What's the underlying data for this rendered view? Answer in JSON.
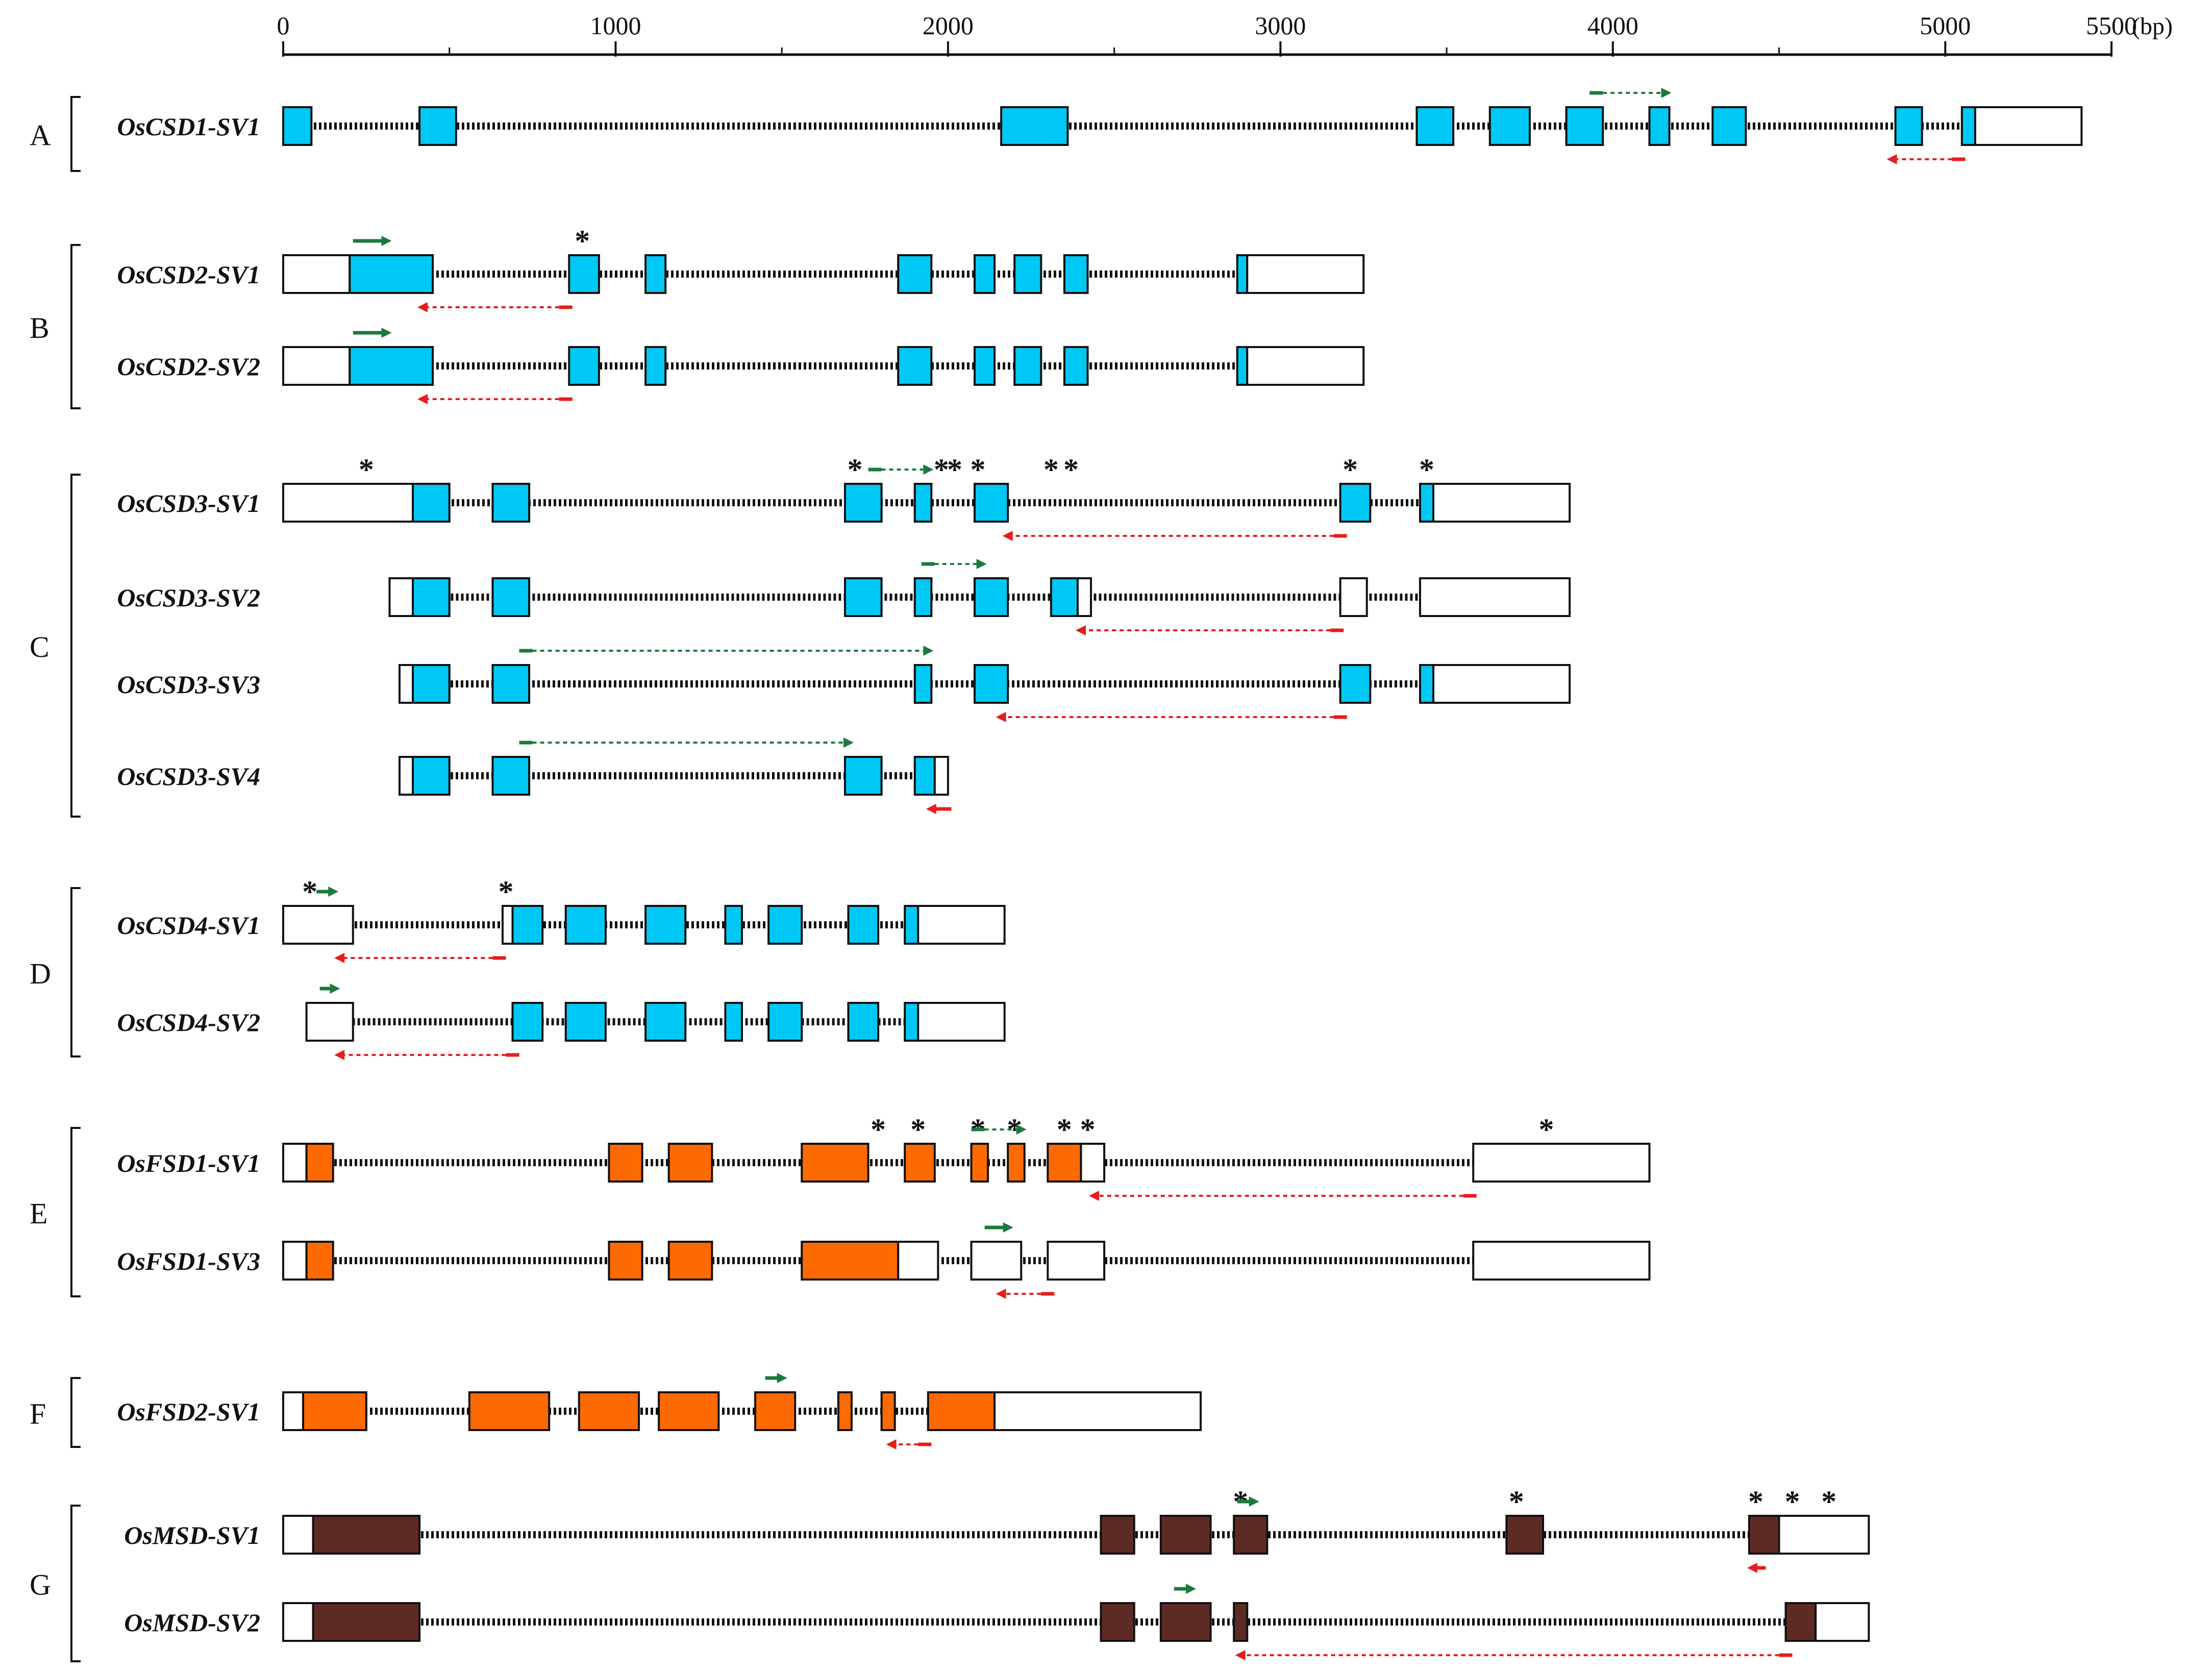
{
  "axis": {
    "unit": "(bp)",
    "ticks": [
      {
        "value": 0,
        "label": "0"
      },
      {
        "value": 1000,
        "label": "1000"
      },
      {
        "value": 2000,
        "label": "2000"
      },
      {
        "value": 3000,
        "label": "3000"
      },
      {
        "value": 4000,
        "label": "4000"
      },
      {
        "value": 5000,
        "label": "5000"
      },
      {
        "value": 5500,
        "label": "5500"
      }
    ],
    "minor_ticks": [
      500,
      1500,
      2500,
      3500,
      4500
    ]
  },
  "colors": {
    "cu_zn_sod": "#00c8f5",
    "fe_sod": "#ff6a00",
    "mn_sod": "#5e2b24",
    "utr": "#ffffff",
    "forward_primer": "#1a7a3c",
    "reverse_primer": "#e81c1c",
    "outline": "#111111"
  },
  "groups": [
    {
      "letter": "A",
      "variants": [
        {
          "name": "OsCSD1-SV1",
          "color": "cu",
          "blocks": [
            [
              0,
              85,
              "c"
            ],
            [
              410,
              520,
              "c"
            ],
            [
              2160,
              2360,
              "c"
            ],
            [
              3410,
              3520,
              "c"
            ],
            [
              3630,
              3750,
              "c"
            ],
            [
              3860,
              3970,
              "c"
            ],
            [
              4110,
              4170,
              "c"
            ],
            [
              4300,
              4400,
              "c"
            ],
            [
              4850,
              4930,
              "c"
            ],
            [
              5050,
              5090,
              "c"
            ],
            [
              5090,
              5410,
              "u"
            ]
          ],
          "stars": [],
          "fwd": [
            3930,
            4170,
            true
          ],
          "rev": [
            5060,
            4830,
            true
          ]
        }
      ]
    },
    {
      "letter": "B",
      "variants": [
        {
          "name": "OsCSD2-SV1",
          "color": "cu",
          "blocks": [
            [
              0,
              200,
              "u"
            ],
            [
              200,
              450,
              "c"
            ],
            [
              860,
              950,
              "c"
            ],
            [
              1090,
              1150,
              "c"
            ],
            [
              1850,
              1950,
              "c"
            ],
            [
              2080,
              2140,
              "c"
            ],
            [
              2200,
              2280,
              "c"
            ],
            [
              2350,
              2420,
              "c"
            ],
            [
              2870,
              2900,
              "c"
            ],
            [
              2900,
              3250,
              "u"
            ]
          ],
          "stars": [
            900
          ],
          "fwd": [
            210,
            320,
            false
          ],
          "rev": [
            870,
            410,
            true
          ]
        },
        {
          "name": "OsCSD2-SV2",
          "color": "cu",
          "blocks": [
            [
              0,
              200,
              "u"
            ],
            [
              200,
              450,
              "c"
            ],
            [
              860,
              950,
              "c"
            ],
            [
              1090,
              1150,
              "c"
            ],
            [
              1850,
              1950,
              "c"
            ],
            [
              2080,
              2140,
              "c"
            ],
            [
              2200,
              2280,
              "c"
            ],
            [
              2350,
              2420,
              "c"
            ],
            [
              2870,
              2900,
              "c"
            ],
            [
              2900,
              3250,
              "u"
            ]
          ],
          "stars": [],
          "fwd": [
            210,
            320,
            false
          ],
          "rev": [
            870,
            410,
            true
          ]
        }
      ]
    },
    {
      "letter": "C",
      "variants": [
        {
          "name": "OsCSD3-SV1",
          "color": "cu",
          "blocks": [
            [
              0,
              390,
              "u"
            ],
            [
              390,
              500,
              "c"
            ],
            [
              630,
              740,
              "c"
            ],
            [
              1690,
              1800,
              "c"
            ],
            [
              1900,
              1950,
              "c"
            ],
            [
              2080,
              2180,
              "c"
            ],
            [
              3180,
              3270,
              "c"
            ],
            [
              3420,
              3460,
              "c"
            ],
            [
              3460,
              3870,
              "u"
            ]
          ],
          "stars": [
            250,
            1720,
            1980,
            2020,
            2090,
            2310,
            2370,
            3210,
            3440
          ],
          "fwd": [
            1760,
            1950,
            true
          ],
          "rev": [
            3200,
            2170,
            true
          ]
        },
        {
          "name": "OsCSD3-SV2",
          "color": "cu",
          "blocks": [
            [
              320,
              390,
              "u"
            ],
            [
              390,
              500,
              "c"
            ],
            [
              630,
              740,
              "c"
            ],
            [
              1690,
              1800,
              "c"
            ],
            [
              1900,
              1950,
              "c"
            ],
            [
              2080,
              2180,
              "c"
            ],
            [
              2310,
              2390,
              "c"
            ],
            [
              2390,
              2430,
              "u"
            ],
            [
              3180,
              3260,
              "u"
            ],
            [
              3420,
              3870,
              "u"
            ]
          ],
          "stars": [],
          "fwd": [
            1920,
            2110,
            true
          ],
          "rev": [
            3190,
            2390,
            true
          ]
        },
        {
          "name": "OsCSD3-SV3",
          "color": "cu",
          "blocks": [
            [
              350,
              390,
              "u"
            ],
            [
              390,
              500,
              "c"
            ],
            [
              630,
              740,
              "c"
            ],
            [
              1900,
              1950,
              "c"
            ],
            [
              2080,
              2180,
              "c"
            ],
            [
              3180,
              3270,
              "c"
            ],
            [
              3420,
              3460,
              "c"
            ],
            [
              3460,
              3870,
              "u"
            ]
          ],
          "stars": [],
          "fwd": [
            710,
            1950,
            true
          ],
          "rev": [
            3200,
            2150,
            true
          ]
        },
        {
          "name": "OsCSD3-SV4",
          "color": "cu",
          "blocks": [
            [
              350,
              390,
              "u"
            ],
            [
              390,
              500,
              "c"
            ],
            [
              630,
              740,
              "c"
            ],
            [
              1690,
              1800,
              "c"
            ],
            [
              1900,
              1960,
              "c"
            ],
            [
              1960,
              2000,
              "u"
            ]
          ],
          "stars": [],
          "fwd": [
            710,
            1710,
            true
          ],
          "rev": [
            2010,
            1940,
            false
          ]
        }
      ]
    },
    {
      "letter": "D",
      "variants": [
        {
          "name": "OsCSD4-SV1",
          "color": "cu",
          "blocks": [
            [
              0,
              210,
              "u"
            ],
            [
              660,
              690,
              "u"
            ],
            [
              690,
              780,
              "c"
            ],
            [
              850,
              970,
              "c"
            ],
            [
              1090,
              1210,
              "c"
            ],
            [
              1330,
              1380,
              "c"
            ],
            [
              1460,
              1560,
              "c"
            ],
            [
              1700,
              1790,
              "c"
            ],
            [
              1870,
              1910,
              "c"
            ],
            [
              1910,
              2170,
              "u"
            ]
          ],
          "stars": [
            80,
            670
          ],
          "fwd": [
            100,
            160,
            false
          ],
          "rev": [
            670,
            160,
            true
          ]
        },
        {
          "name": "OsCSD4-SV2",
          "color": "cu",
          "blocks": [
            [
              70,
              210,
              "u"
            ],
            [
              690,
              780,
              "c"
            ],
            [
              850,
              970,
              "c"
            ],
            [
              1090,
              1210,
              "c"
            ],
            [
              1330,
              1380,
              "c"
            ],
            [
              1460,
              1560,
              "c"
            ],
            [
              1700,
              1790,
              "c"
            ],
            [
              1870,
              1910,
              "c"
            ],
            [
              1910,
              2170,
              "u"
            ]
          ],
          "stars": [],
          "fwd": [
            110,
            165,
            false
          ],
          "rev": [
            710,
            160,
            true
          ]
        }
      ]
    },
    {
      "letter": "E",
      "variants": [
        {
          "name": "OsFSD1-SV1",
          "color": "fe",
          "blocks": [
            [
              0,
              70,
              "u"
            ],
            [
              70,
              150,
              "c"
            ],
            [
              980,
              1080,
              "c"
            ],
            [
              1160,
              1290,
              "c"
            ],
            [
              1560,
              1760,
              "c"
            ],
            [
              1870,
              1960,
              "c"
            ],
            [
              2070,
              2120,
              "c"
            ],
            [
              2180,
              2230,
              "c"
            ],
            [
              2300,
              2400,
              "c"
            ],
            [
              2400,
              2470,
              "u"
            ],
            [
              3580,
              4110,
              "u"
            ]
          ],
          "stars": [
            1790,
            1910,
            2090,
            2200,
            2350,
            2420,
            3800
          ],
          "fwd": [
            2070,
            2230,
            true
          ],
          "rev": [
            3590,
            2430,
            true
          ]
        },
        {
          "name": "OsFSD1-SV3",
          "color": "fe",
          "blocks": [
            [
              0,
              70,
              "u"
            ],
            [
              70,
              150,
              "c"
            ],
            [
              980,
              1080,
              "c"
            ],
            [
              1160,
              1290,
              "c"
            ],
            [
              1560,
              1850,
              "c"
            ],
            [
              1850,
              1970,
              "u"
            ],
            [
              2070,
              2220,
              "u"
            ],
            [
              2300,
              2470,
              "u"
            ],
            [
              3580,
              4110,
              "u"
            ]
          ],
          "stars": [],
          "fwd": [
            2110,
            2190,
            false
          ],
          "rev": [
            2320,
            2150,
            true
          ]
        }
      ]
    },
    {
      "letter": "F",
      "variants": [
        {
          "name": "OsFSD2-SV1",
          "color": "fe",
          "blocks": [
            [
              0,
              60,
              "u"
            ],
            [
              60,
              250,
              "c"
            ],
            [
              560,
              800,
              "c"
            ],
            [
              890,
              1070,
              "c"
            ],
            [
              1130,
              1310,
              "c"
            ],
            [
              1420,
              1540,
              "c"
            ],
            [
              1670,
              1710,
              "c"
            ],
            [
              1800,
              1840,
              "c"
            ],
            [
              1940,
              2140,
              "c"
            ],
            [
              2140,
              2760,
              "u"
            ]
          ],
          "stars": [],
          "fwd": [
            1450,
            1510,
            false
          ],
          "rev": [
            1950,
            1820,
            true
          ]
        }
      ]
    },
    {
      "letter": "G",
      "variants": [
        {
          "name": "OsMSD-SV1",
          "color": "mn",
          "blocks": [
            [
              0,
              90,
              "u"
            ],
            [
              90,
              410,
              "c"
            ],
            [
              2460,
              2560,
              "c"
            ],
            [
              2640,
              2790,
              "c"
            ],
            [
              2860,
              2960,
              "c"
            ],
            [
              3680,
              3790,
              "c"
            ],
            [
              4410,
              4500,
              "c"
            ],
            [
              4500,
              4770,
              "u"
            ]
          ],
          "stars": [
            2880,
            3710,
            4430,
            4540,
            4650
          ],
          "fwd": [
            2870,
            2930,
            false
          ],
          "rev": [
            4460,
            4410,
            false
          ]
        },
        {
          "name": "OsMSD-SV2",
          "color": "mn",
          "blocks": [
            [
              0,
              90,
              "u"
            ],
            [
              90,
              410,
              "c"
            ],
            [
              2460,
              2560,
              "c"
            ],
            [
              2640,
              2790,
              "c"
            ],
            [
              2860,
              2900,
              "c"
            ],
            [
              4520,
              4610,
              "c"
            ],
            [
              4610,
              4770,
              "u"
            ]
          ],
          "stars": [],
          "fwd": [
            2680,
            2740,
            false
          ],
          "rev": [
            4540,
            2870,
            true
          ]
        }
      ]
    }
  ]
}
